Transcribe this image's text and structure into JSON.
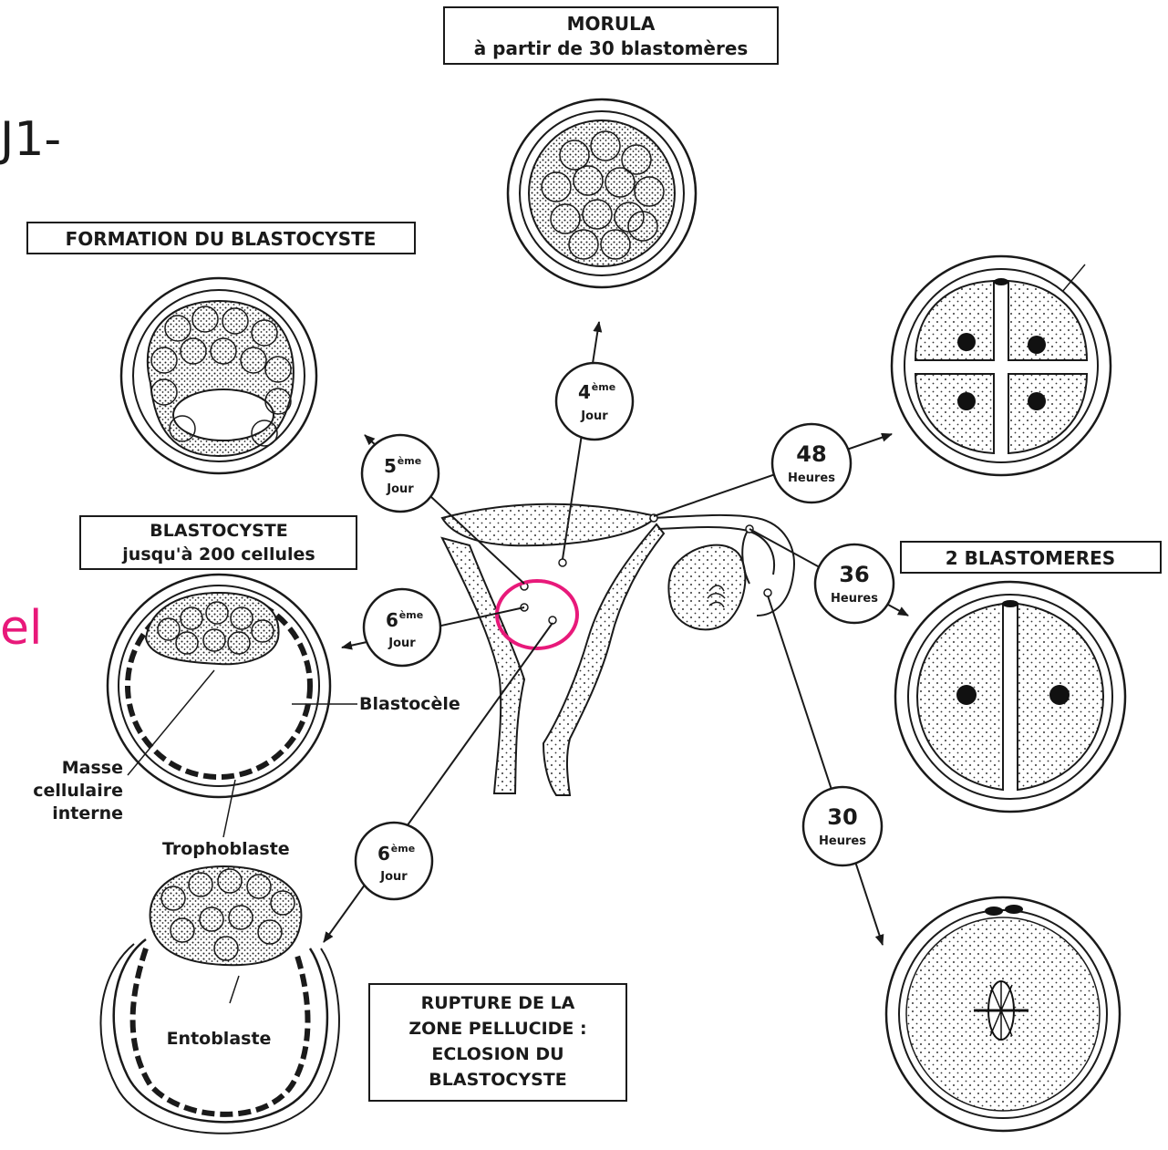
{
  "slide_text": {
    "top_left": "J1-",
    "mid_left": "el"
  },
  "colors": {
    "ink": "#1a1a1a",
    "highlight": "#e8197a",
    "paper": "#ffffff"
  },
  "boxes": {
    "morula": [
      "MORULA",
      "à partir de 30 blastomères"
    ],
    "formation": [
      "FORMATION DU BLASTOCYSTE"
    ],
    "blastocyste": [
      "BLASTOCYSTE",
      "jusqu'à 200 cellules"
    ],
    "two_blastomeres": [
      "2 BLASTOMERES"
    ],
    "rupture": [
      "RUPTURE DE LA",
      "ZONE PELLUCIDE :",
      "ECLOSION DU",
      "BLASTOCYSTE"
    ]
  },
  "stages": {
    "day4": {
      "num": "4",
      "sup": "ème",
      "unit": "Jour"
    },
    "day5": {
      "num": "5",
      "sup": "ème",
      "unit": "Jour"
    },
    "day6a": {
      "num": "6",
      "sup": "ème",
      "unit": "Jour"
    },
    "day6b": {
      "num": "6",
      "sup": "ème",
      "unit": "Jour"
    },
    "h48": {
      "num": "48",
      "unit": "Heures"
    },
    "h36": {
      "num": "36",
      "unit": "Heures"
    },
    "h30": {
      "num": "30",
      "unit": "Heures"
    }
  },
  "labels": {
    "blastocele": "Blastocèle",
    "masse": [
      "Masse",
      "cellulaire",
      "interne"
    ],
    "trophoblaste": "Trophoblaste",
    "entoblaste": "Entoblaste"
  }
}
